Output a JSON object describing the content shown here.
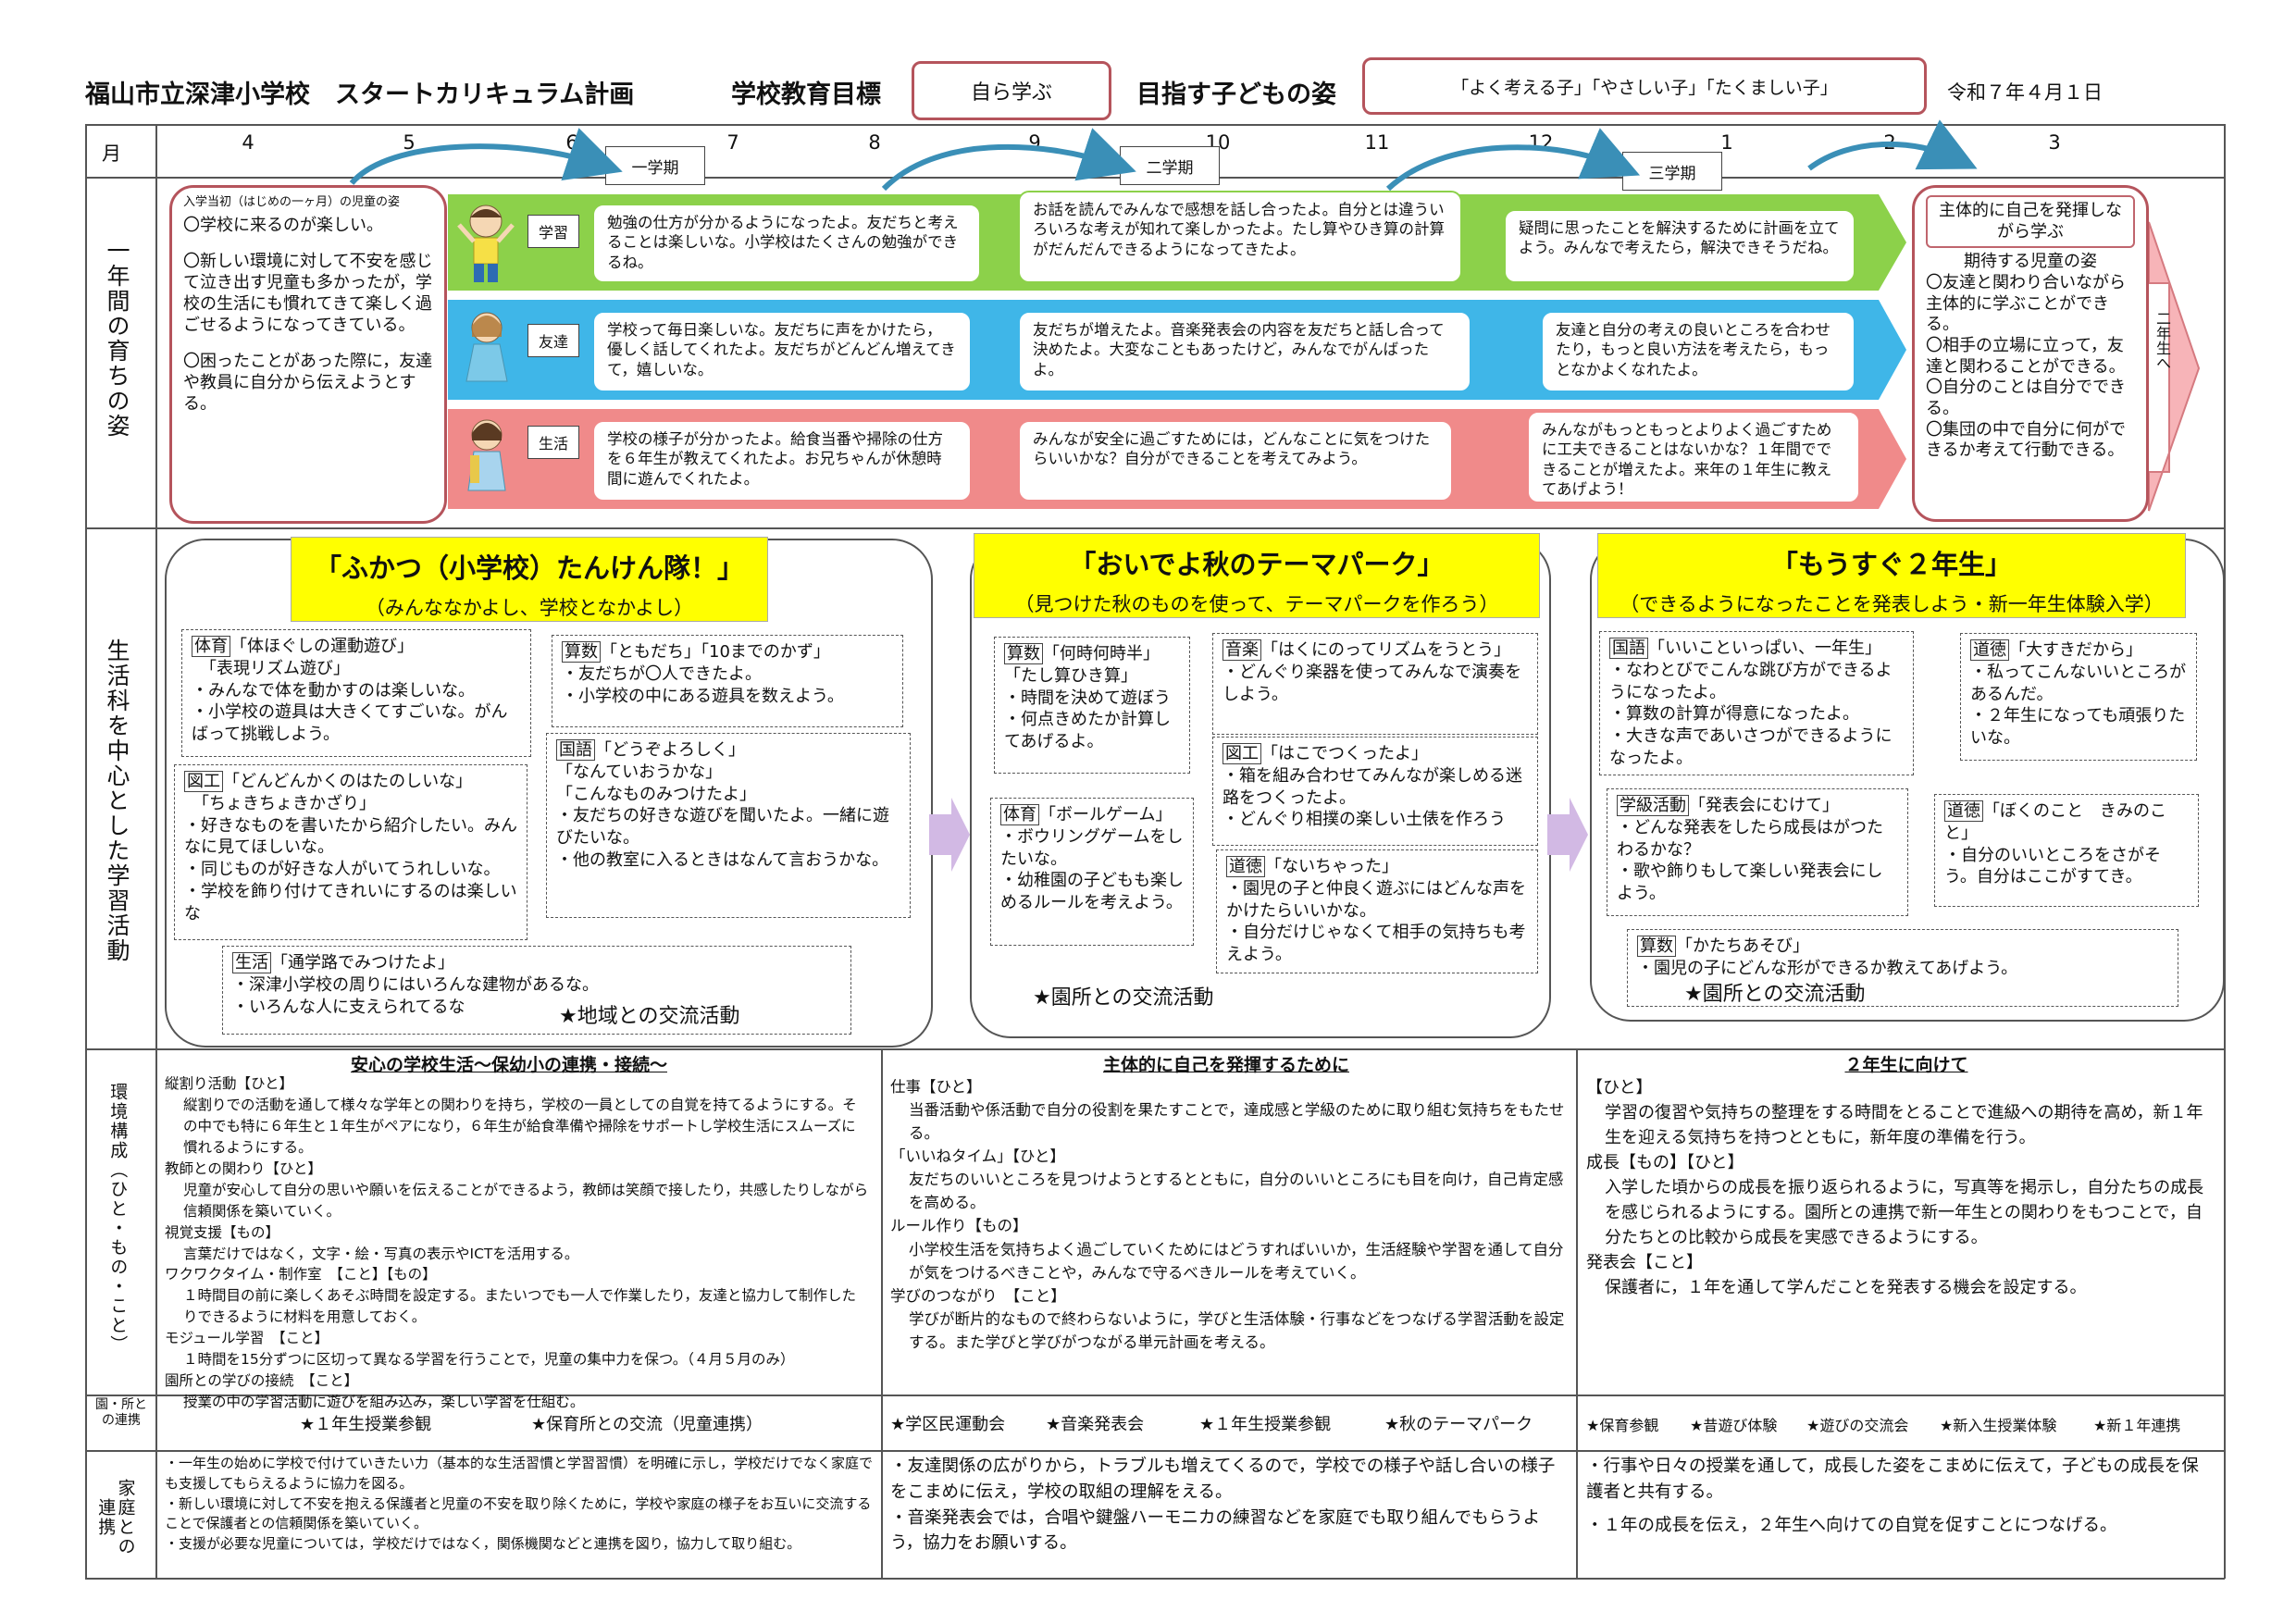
{
  "header": {
    "school_title": "福山市立深津小学校　スタートカリキュラム計画",
    "goal_label": "学校教育目標",
    "goal_value": "自ら学ぶ",
    "aim_label": "目指す子どもの姿",
    "aim_value": "「よく考える子」「やさしい子」「たくましい子」",
    "date": "令和７年４月１日"
  },
  "row_labels": {
    "month": "月",
    "growth": "一年間の育ちの姿",
    "activities": "生活科を中心とした学習活動",
    "environment": "環境構成（ひと・もの・こと）",
    "partners": "園・所との連携",
    "home": "家庭との連携"
  },
  "months": [
    "4",
    "5",
    "6",
    "7",
    "8",
    "9",
    "10",
    "11",
    "12",
    "1",
    "2",
    "3"
  ],
  "terms": [
    "一学期",
    "二学期",
    "三学期"
  ],
  "growth": {
    "entry_title": "入学当初（はじめの一ヶ月）の児童の姿",
    "entry_items": [
      "〇学校に来るのが楽しい。",
      "〇新しい環境に対して不安を感じて泣き出す児童も多かったが，学校の生活にも慣れてきて楽しく過ごせるようになってきている。",
      "〇困ったことがあった際に，友達や教員に自分から伝えようとする。"
    ],
    "rows": [
      {
        "category": "学習",
        "color": "#8cd14a",
        "stages": [
          "勉強の仕方が分かるようになったよ。友だちと考えることは楽しいな。小学校はたくさんの勉強ができるね。",
          "お話を読んでみんなで感想を話し合ったよ。自分とは違ういろいろな考えが知れて楽しかったよ。たし算やひき算の計算がだんだんできるようになってきたよ。",
          "疑問に思ったことを解決するために計画を立てよう。みんなで考えたら，解決できそうだね。"
        ]
      },
      {
        "category": "友達",
        "color": "#3fb6e8",
        "stages": [
          "学校って毎日楽しいな。友だちに声をかけたら，優しく話してくれたよ。友だちがどんどん増えてきて，嬉しいな。",
          "友だちが増えたよ。音楽発表会の内容を友だちと話し合って決めたよ。大変なこともあったけど，みんなでがんばったよ。",
          "友達と自分の考えの良いところを合わせたり，もっと良い方法を考えたら，もっとなかよくなれたよ。"
        ]
      },
      {
        "category": "生活",
        "color": "#f08a8a",
        "stages": [
          "学校の様子が分かったよ。給食当番や掃除の仕方を６年生が教えてくれたよ。お兄ちゃんが休憩時間に遊んでくれたよ。",
          "みんなが安全に過ごすためには，どんなことに気をつけたらいいかな？自分ができることを考えてみよう。",
          "みんながもっともっとよりよく過ごすために工夫できることはないかな？１年間でできることが増えたよ。来年の１年生に教えてあげよう！"
        ]
      }
    ],
    "goal_title": "主体的に自己を発揮しながら学ぶ",
    "goal_subtitle": "期待する児童の姿",
    "goal_items": [
      "〇友達と関わり合いながら主体的に学ぶことができる。",
      "〇相手の立場に立って，友達と関わることができる。",
      "〇自分のことは自分でできる。",
      "〇集団の中で自分に何ができるか考えて行動できる。"
    ],
    "next_grade": "二年生へ"
  },
  "activities": {
    "units": [
      {
        "title": "「ふかつ（小学校）たんけん隊！」",
        "subtitle": "（みんななかよし、学校となかよし）"
      },
      {
        "title": "「おいでよ秋のテーマパーク」",
        "subtitle": "（見つけた秋のものを使って、テーマパークを作ろう）"
      },
      {
        "title": "「もうすぐ２年生」",
        "subtitle": "（できるようになったことを発表しよう・新一年生体験入学）"
      }
    ],
    "u1": {
      "taiiku": {
        "subject": "体育",
        "lines": [
          "「体ほぐしの運動遊び」",
          "　「表現リズム遊び」",
          "・みんなで体を動かすのは楽しいな。",
          "・小学校の遊具は大きくてすごいな。がんばって挑戦しよう。"
        ]
      },
      "sansu": {
        "subject": "算数",
        "lines": [
          "「ともだち」「10までのかず」",
          "・友だちが〇人できたよ。",
          "・小学校の中にある遊具を数えよう。"
        ]
      },
      "zuko": {
        "subject": "図工",
        "lines": [
          "「どんどんかくのはたのしいな」",
          "　「ちょきちょきかざり」",
          "・好きなものを書いたから紹介したい。みんなに見てほしいな。",
          "・同じものが好きな人がいてうれしいな。",
          "・学校を飾り付けてきれいにするのは楽しいな"
        ]
      },
      "kokugo": {
        "subject": "国語",
        "lines": [
          "「どうぞよろしく」",
          "「なんていおうかな」",
          "「こんなものみつけたよ」",
          "・友だちの好きな遊びを聞いたよ。一緒に遊びたいな。",
          "・他の教室に入るときはなんて言おうかな。"
        ]
      },
      "seikatsu": {
        "subject": "生活",
        "lines": [
          "「通学路でみつけたよ」",
          "・深津小学校の周りにはいろんな建物があるな。",
          "・いろんな人に支えられてるな"
        ]
      },
      "star": "★地域との交流活動"
    },
    "u2": {
      "sansu": {
        "subject": "算数",
        "lines": [
          "「何時何時半」「たし算ひき算」",
          "・時間を決めて遊ぼう",
          "・何点きめたか計算してあげるよ。"
        ]
      },
      "ongaku": {
        "subject": "音楽",
        "lines": [
          "「はくにのってリズムをうとう」",
          "・どんぐり楽器を使ってみんなで演奏をしよう。"
        ]
      },
      "zuko": {
        "subject": "図工",
        "lines": [
          "「はこでつくったよ」",
          "・箱を組み合わせてみんなが楽しめる迷路をつくったよ。",
          "・どんぐり相撲の楽しい土俵を作ろう"
        ]
      },
      "taiiku": {
        "subject": "体育",
        "lines": [
          "「ボールゲーム」",
          "・ボウリングゲームをしたいな。",
          "・幼稚園の子どもも楽しめるルールを考えよう。"
        ]
      },
      "dotoku": {
        "subject": "道徳",
        "lines": [
          "「ないちゃった」",
          "・園児の子と仲良く遊ぶにはどんな声をかけたらいいかな。",
          "・自分だけじゃなくて相手の気持ちも考えよう。"
        ]
      },
      "star": "★園所との交流活動"
    },
    "u3": {
      "kokugo": {
        "subject": "国語",
        "lines": [
          "「いいこといっぱい、一年生」",
          "・なわとびでこんな跳び方ができるようになったよ。",
          "・算数の計算が得意になったよ。",
          "・大きな声であいさつができるようになったよ。"
        ]
      },
      "dotoku1": {
        "subject": "道徳",
        "lines": [
          "「大すきだから」",
          "・私ってこんないいところがあるんだ。",
          "・２年生になっても頑張りたいな。"
        ]
      },
      "gakkyu": {
        "subject": "学級活動",
        "lines": [
          "「発表会にむけて」",
          "・どんな発表をしたら成長はがつたわるかな？",
          "・歌や飾りもして楽しい発表会にしよう。"
        ]
      },
      "dotoku2": {
        "subject": "道徳",
        "lines": [
          "「ぼくのこと　きみのこと」",
          "・自分のいいところをさがそう。自分はここがすてき。"
        ]
      },
      "sansu": {
        "subject": "算数",
        "lines": [
          "「かたちあそび」",
          "・園児の子にどんな形ができるか教えてあげよう。"
        ]
      },
      "star": "★園所との交流活動"
    }
  },
  "environment": {
    "col1_title": "安心の学校生活〜保幼小の連携・接続〜",
    "col1_items": [
      {
        "h": "縦割り活動【ひと】",
        "t": "縦割りでの活動を通して様々な学年との関わりを持ち，学校の一員としての自覚を持てるようにする。その中でも特に６年生と１年生がペアになり，６年生が給食準備や掃除をサポートし学校生活にスムーズに慣れるようにする。"
      },
      {
        "h": "教師との関わり【ひと】",
        "t": "児童が安心して自分の思いや願いを伝えることができるよう，教師は笑顔で接したり，共感したりしながら信頼関係を築いていく。"
      },
      {
        "h": "視覚支援【もの】",
        "t": "言葉だけではなく，文字・絵・写真の表示やICTを活用する。"
      },
      {
        "h": "ワクワクタイム・制作室　【こと】【もの】",
        "t": "１時間目の前に楽しくあそぶ時間を設定する。またいつでも一人で作業したり，友達と協力して制作したりできるように材料を用意しておく。"
      },
      {
        "h": "モジュール学習　【こと】",
        "t": "１時間を15分ずつに区切って異なる学習を行うことで，児童の集中力を保つ。（４月５月のみ）"
      },
      {
        "h": "園所との学びの接続　【こと】",
        "t": "授業の中の学習活動に遊びを組み込み，楽しい学習を仕組む。"
      }
    ],
    "col2_title": "主体的に自己を発揮するために",
    "col2_items": [
      {
        "h": "仕事【ひと】",
        "t": "当番活動や係活動で自分の役割を果たすことで，達成感と学級のために取り組む気持ちをもたせる。"
      },
      {
        "h": "「いいねタイム」【ひと】",
        "t": "友だちのいいところを見つけようとするとともに，自分のいいところにも目を向け，自己肯定感を高める。"
      },
      {
        "h": "ルール作り【もの】",
        "t": "小学校生活を気持ちよく過ごしていくためにはどうすればいいか，生活経験や学習を通して自分が気をつけるべきことや，みんなで守るべきルールを考えていく。"
      },
      {
        "h": "学びのつながり　【こと】",
        "t": "学びが断片的なもので終わらないように，学びと生活体験・行事などをつなげる学習活動を設定する。また学びと学びがつながる単元計画を考える。"
      }
    ],
    "col3_title": "２年生に向けて",
    "col3_items": [
      {
        "h": "【ひと】",
        "t": "学習の復習や気持ちの整理をする時間をとることで進級への期待を高め，新１年生を迎える気持ちを持つとともに，新年度の準備を行う。"
      },
      {
        "h": "成長【もの】【ひと】",
        "t": "入学した頃からの成長を振り返られるように，写真等を掲示し，自分たちの成長を感じられるようにする。園所との連携で新一年生との関わりをもつことで，自分たちとの比較から成長を実感できるようにする。"
      },
      {
        "h": "発表会【こと】",
        "t": "保護者に，１年を通して学んだことを発表する機会を設定する。"
      }
    ]
  },
  "partners": {
    "col1": [
      "★１年生授業参観",
      "★保育所との交流（児童連携）"
    ],
    "col2": [
      "★学区民運動会",
      "★音楽発表会",
      "★１年生授業参観",
      "★秋のテーマパーク"
    ],
    "col3": [
      "★保育参観",
      "★昔遊び体験",
      "★遊びの交流会",
      "★新入生授業体験",
      "★新１年連携"
    ]
  },
  "home": {
    "col1": [
      "・一年生の始めに学校で付けていきたい力（基本的な生活習慣と学習習慣）を明確に示し，学校だけでなく家庭でも支援してもらえるように協力を図る。",
      "・新しい環境に対して不安を抱える保護者と児童の不安を取り除くために，学校や家庭の様子をお互いに交流することで保護者との信頼関係を築いていく。",
      "・支援が必要な児童については，学校だけではなく，関係機関などと連携を図り，協力して取り組む。"
    ],
    "col2": [
      "・友達関係の広がりから，トラブルも増えてくるので，学校での様子や話し合いの様子をこまめに伝え，学校の取組の理解をえる。",
      "・音楽発表会では，合唱や鍵盤ハーモニカの練習などを家庭でも取り組んでもらうよう，協力をお願いする。"
    ],
    "col3": [
      "・行事や日々の授業を通して，成長した姿をこまめに伝えて，子どもの成長を保護者と共有する。",
      "・１年の成長を伝え，２年生へ向けての自覚を促すことにつなげる。"
    ]
  }
}
